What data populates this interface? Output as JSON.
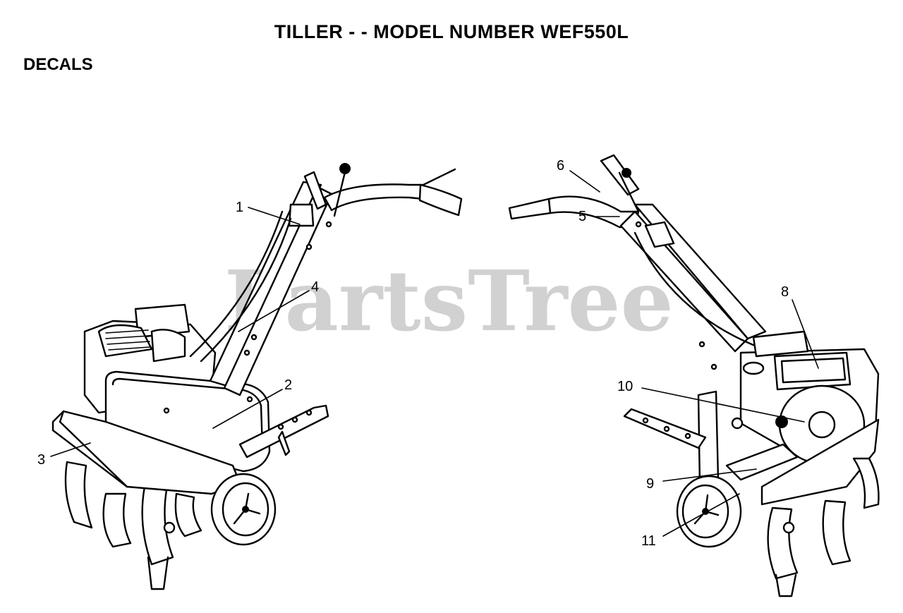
{
  "title": "TILLER - - MODEL NUMBER WEF550L",
  "section": "DECALS",
  "watermark": "PartsTree",
  "callouts": [
    {
      "id": "1",
      "label": "1"
    },
    {
      "id": "2",
      "label": "2"
    },
    {
      "id": "3",
      "label": "3"
    },
    {
      "id": "4",
      "label": "4"
    },
    {
      "id": "5",
      "label": "5"
    },
    {
      "id": "6",
      "label": "6"
    },
    {
      "id": "8",
      "label": "8"
    },
    {
      "id": "9",
      "label": "9"
    },
    {
      "id": "10",
      "label": "10"
    },
    {
      "id": "11",
      "label": "11"
    }
  ]
}
